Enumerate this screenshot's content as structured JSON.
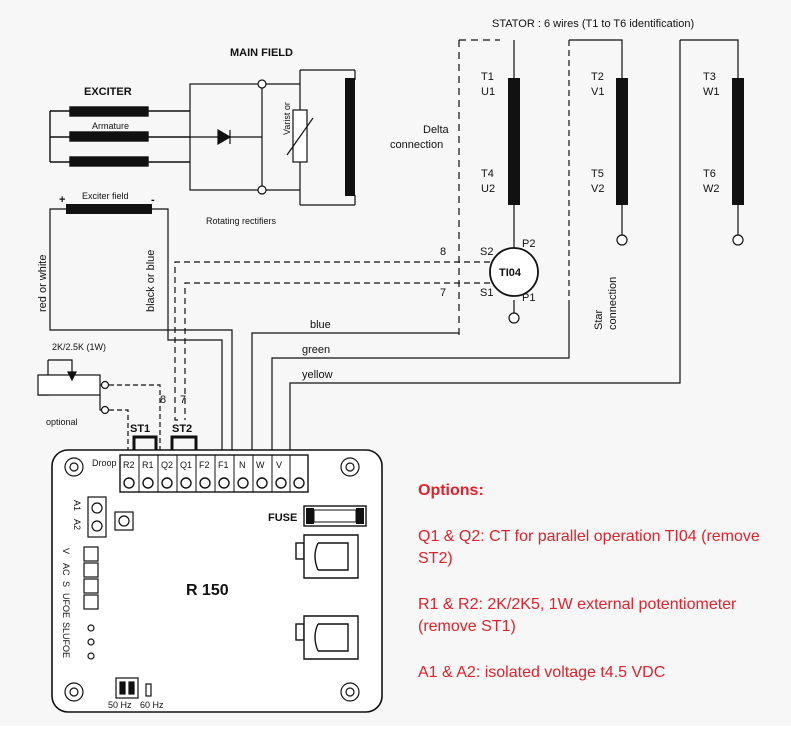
{
  "diagram": {
    "stator_title": "STATOR : 6 wires (T1 to T6 identification)",
    "main_field": "MAIN FIELD",
    "exciter": "EXCITER",
    "armature": "Armature",
    "varistor": "Varist or",
    "rotating_rectifiers": "Rotating rectifiers",
    "exciter_field": "Exciter field",
    "plus": "+",
    "minus": "-",
    "red_or_white": "red or white",
    "black_or_blue": "black or blue",
    "delta_connection": [
      "Delta",
      "connection"
    ],
    "star_connection": [
      "Star",
      "connection"
    ],
    "windings": [
      {
        "top": "T1",
        "top2": "U1",
        "bottom": "T4",
        "bottom2": "U2"
      },
      {
        "top": "T2",
        "top2": "V1",
        "bottom": "T5",
        "bottom2": "V2"
      },
      {
        "top": "T3",
        "top2": "W1",
        "bottom": "T6",
        "bottom2": "W2"
      }
    ],
    "ct": {
      "name": "TI04",
      "s2": "S2",
      "s1": "S1",
      "p2": "P2",
      "p1": "P1",
      "wire8": "8",
      "wire7": "7"
    },
    "wires": {
      "blue": "blue",
      "green": "green",
      "yellow": "yellow",
      "eight": "8",
      "seven": "7"
    },
    "pot": {
      "rating": "2K/2.5K (1W)",
      "optional": "optional"
    },
    "jumpers": {
      "st1": "ST1",
      "st2": "ST2"
    },
    "terminals": [
      "Droop",
      "R2",
      "R1",
      "Q2",
      "Q1",
      "F2",
      "F1",
      "N",
      "W",
      "V"
    ],
    "board": {
      "model": "R 150",
      "fuse": "FUSE",
      "a1": "A1",
      "a2": "A2",
      "hz50": "50 Hz",
      "hz60": "60 Hz"
    },
    "side_labels": [
      "V",
      "AC",
      "S",
      "UFOE",
      "SLUFOE"
    ]
  },
  "options": {
    "title": "Options:",
    "items": [
      "Q1 & Q2: CT for parallel operation TI04 (remove ST2)",
      "R1 & R2: 2K/2K5, 1W external potentiometer (remove ST1)",
      "A1 & A2: isolated voltage t4.5 VDC"
    ]
  }
}
